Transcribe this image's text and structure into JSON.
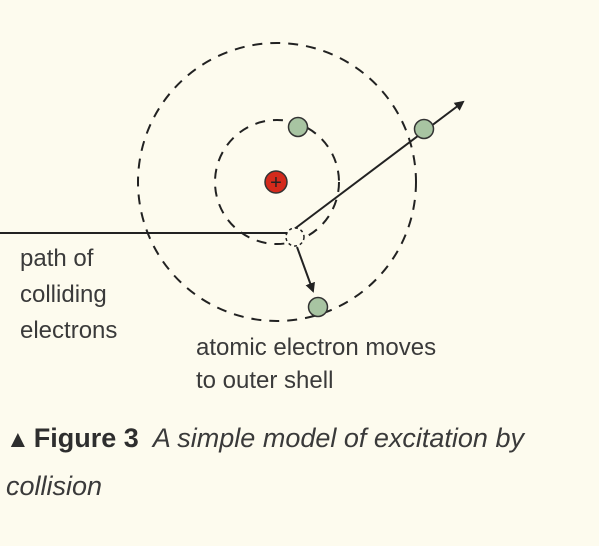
{
  "diagram": {
    "labels": {
      "path_line1": "path of",
      "path_line2": "colliding",
      "path_line3": "electrons",
      "moves_line1": "atomic electron moves",
      "moves_line2": "to outer shell"
    },
    "nucleus_symbol": "+",
    "colors": {
      "nucleus": "#d42a1c",
      "electron": "#a8c4a2",
      "line": "#222222",
      "text": "#3a3a3a"
    }
  },
  "caption": {
    "triangle": "▲",
    "figure": "Figure 3",
    "description": "A simple model of excitation by collision"
  }
}
